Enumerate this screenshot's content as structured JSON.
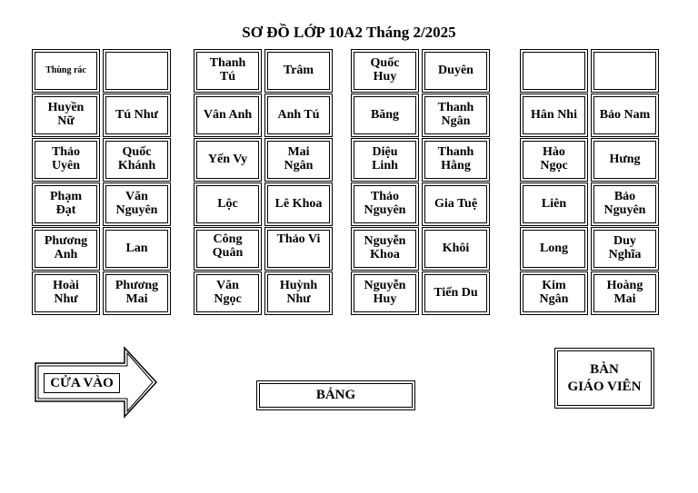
{
  "title": "SƠ ĐỒ LỚP 10A2 Tháng 2/2025",
  "blocks": [
    [
      [
        "Thùng rác",
        ""
      ],
      [
        "Huyền\nNữ",
        "Tú Như"
      ],
      [
        "Thảo\nUyên",
        "Quốc\nKhánh"
      ],
      [
        "Phạm\nĐạt",
        "Văn\nNguyên"
      ],
      [
        "Phương\nAnh",
        "Lan"
      ],
      [
        "Hoài\nNhư",
        "Phương\nMai"
      ]
    ],
    [
      [
        "Thanh\nTú",
        "Trâm"
      ],
      [
        "Vân Anh",
        "Anh Tú"
      ],
      [
        "Yến Vy",
        "Mai\nNgân"
      ],
      [
        "Lộc",
        "Lê Khoa"
      ],
      [
        "Công\nQuân",
        "Thảo Vi"
      ],
      [
        "Văn\nNgọc",
        "Huỳnh\nNhư"
      ]
    ],
    [
      [
        "Quốc\nHuy",
        "Duyên"
      ],
      [
        "Băng",
        "Thanh\nNgân"
      ],
      [
        "Diệu\nLinh",
        "Thanh\nHằng"
      ],
      [
        "Thảo\nNguyên",
        "Gia Tuệ"
      ],
      [
        "Nguyễn\nKhoa",
        "Khôi"
      ],
      [
        "Nguyễn\nHuy",
        "Tiến Du"
      ]
    ],
    [
      [
        "",
        ""
      ],
      [
        "Hân Nhi",
        "Bảo Nam"
      ],
      [
        "Hào\nNgọc",
        "Hưng"
      ],
      [
        "Liên",
        "Bảo\nNguyên"
      ],
      [
        "Long",
        "Duy\nNghĩa"
      ],
      [
        "Kim\nNgân",
        "Hoàng\nMai"
      ]
    ]
  ],
  "door_label": "CỬA VÀO",
  "board_label": "BẢNG",
  "teacher_desk_label": "BÀN\nGIÁO VIÊN"
}
